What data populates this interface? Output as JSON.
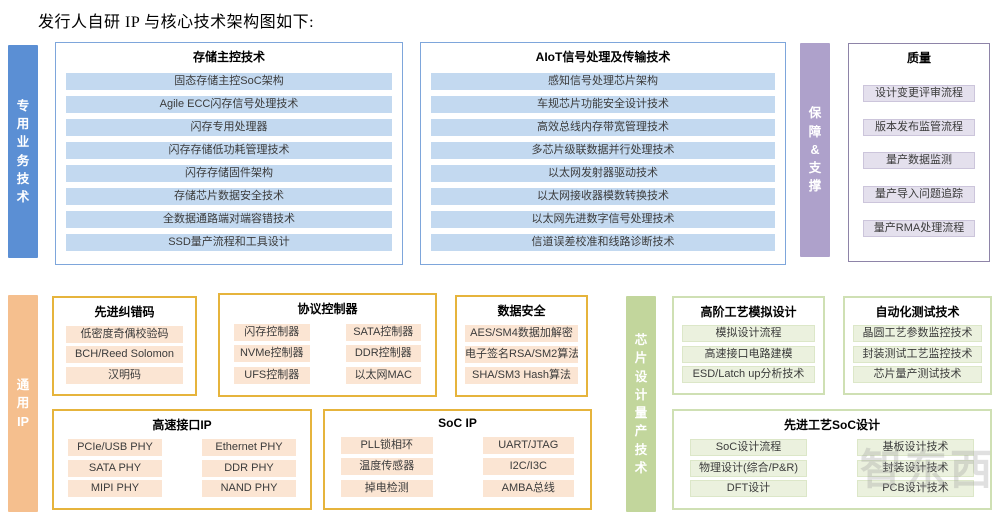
{
  "page": {
    "title": "发行人自研 IP 与核心技术架构图如下:"
  },
  "colors": {
    "special_bar": "#5B8FD4",
    "special_item": "#C3D9F0",
    "special_border": "#7EA6DB",
    "assurance_bar": "#AEA1CB",
    "assurance_item": "#E4E0ED",
    "assurance_border": "#8E84A8",
    "general_bar": "#F5BF8E",
    "general_item": "#FBE5D3",
    "general_border": "#E6B43C",
    "chip_bar": "#C2D69C",
    "chip_item": "#EBF1DE",
    "chip_border": "#CFE0B4"
  },
  "sections": {
    "special": {
      "side_label": "专用业务技术",
      "side_label_lines": [
        "专",
        "用",
        "业",
        "务",
        "技",
        "术"
      ],
      "groups": [
        {
          "title": "存储主控技术",
          "items": [
            "固态存储主控SoC架构",
            "Agile ECC闪存信号处理技术",
            "闪存专用处理器",
            "闪存存储低功耗管理技术",
            "闪存存储固件架构",
            "存储芯片数据安全技术",
            "全数据通路端对端容错技术",
            "SSD量产流程和工具设计"
          ]
        },
        {
          "title": "AIoT信号处理及传输技术",
          "items": [
            "感知信号处理芯片架构",
            "车规芯片功能安全设计技术",
            "高效总线内存带宽管理技术",
            "多芯片级联数据并行处理技术",
            "以太网发射器驱动技术",
            "以太网接收器模数转换技术",
            "以太网先进数字信号处理技术",
            "信道误差校准和线路诊断技术"
          ]
        }
      ]
    },
    "assurance": {
      "side_label": "保障&支撑",
      "side_label_lines": [
        "保",
        "障",
        "&",
        "支",
        "撑"
      ],
      "groups": [
        {
          "title": "质量",
          "items": [
            "设计变更评审流程",
            "版本发布监管流程",
            "量产数据监测",
            "量产导入问题追踪",
            "量产RMA处理流程"
          ]
        }
      ]
    },
    "general": {
      "side_label": "通用IP",
      "side_label_lines": [
        "通",
        "用",
        "IP"
      ],
      "groups": [
        {
          "title": "先进纠错码",
          "items": [
            "低密度奇偶校验码",
            "BCH/Reed Solomon",
            "汉明码"
          ]
        },
        {
          "title": "协议控制器",
          "items": [
            "闪存控制器",
            "SATA控制器",
            "NVMe控制器",
            "DDR控制器",
            "UFS控制器",
            "以太网MAC"
          ]
        },
        {
          "title": "数据安全",
          "items": [
            "AES/SM4数据加解密",
            "电子签名RSA/SM2算法",
            "SHA/SM3 Hash算法"
          ]
        },
        {
          "title": "高速接口IP",
          "items": [
            "PCIe/USB PHY",
            "Ethernet PHY",
            "SATA PHY",
            "DDR PHY",
            "MIPI PHY",
            "NAND PHY"
          ]
        },
        {
          "title": "SoC IP",
          "items": [
            "PLL锁相环",
            "UART/JTAG",
            "温度传感器",
            "I2C/I3C",
            "掉电检测",
            "AMBA总线"
          ]
        }
      ]
    },
    "chip": {
      "side_label": "芯片设计量产技术",
      "side_label_lines": [
        "芯",
        "片",
        "设",
        "计",
        "量",
        "产",
        "技",
        "术"
      ],
      "groups": [
        {
          "title": "高阶工艺模拟设计",
          "items": [
            "模拟设计流程",
            "高速接口电路建模",
            "ESD/Latch up分析技术"
          ]
        },
        {
          "title": "自动化测试技术",
          "items": [
            "晶圆工艺参数监控技术",
            "封装测试工艺监控技术",
            "芯片量产测试技术"
          ]
        },
        {
          "title": "先进工艺SoC设计",
          "items": [
            "SoC设计流程",
            "基板设计技术",
            "物理设计(综合/P&R)",
            "封装设计技术",
            "DFT设计",
            "PCB设计技术"
          ]
        }
      ]
    }
  },
  "watermark": {
    "text": "智东西"
  }
}
